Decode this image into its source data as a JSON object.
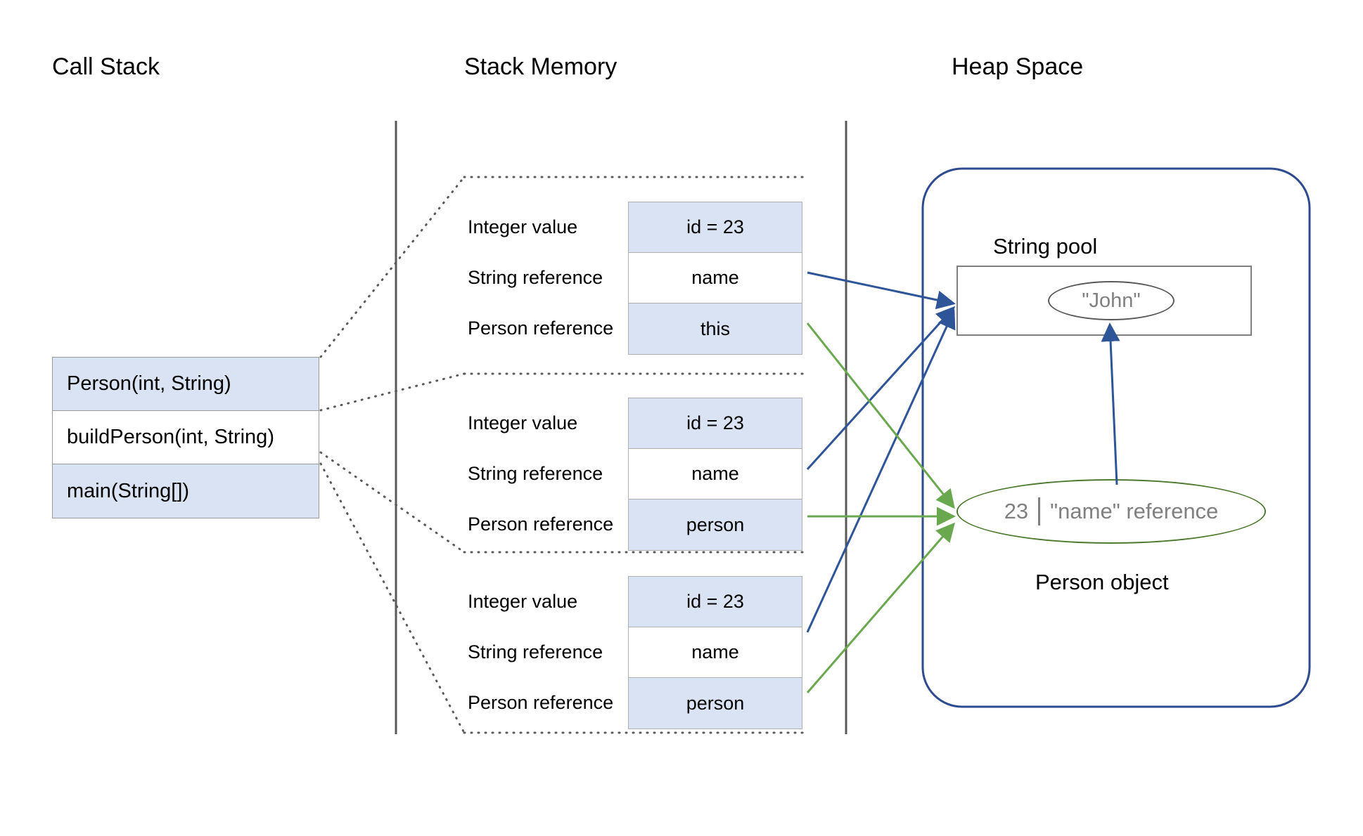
{
  "headings": {
    "call_stack": "Call Stack",
    "stack_memory": "Stack Memory",
    "heap_space": "Heap Space"
  },
  "call_stack": {
    "frames": [
      {
        "label": "Person(int, String)",
        "shaded": true
      },
      {
        "label": "buildPerson(int, String)",
        "shaded": false
      },
      {
        "label": "main(String[])",
        "shaded": true
      }
    ]
  },
  "stack_memory": {
    "frames": [
      {
        "rows": [
          {
            "label": "Integer value",
            "value": "id = 23",
            "shaded": true
          },
          {
            "label": "String reference",
            "value": "name",
            "shaded": false
          },
          {
            "label": "Person reference",
            "value": "this",
            "shaded": true
          }
        ]
      },
      {
        "rows": [
          {
            "label": "Integer value",
            "value": "id = 23",
            "shaded": true
          },
          {
            "label": "String reference",
            "value": "name",
            "shaded": false
          },
          {
            "label": "Person reference",
            "value": "person",
            "shaded": true
          }
        ]
      },
      {
        "rows": [
          {
            "label": "Integer value",
            "value": "id = 23",
            "shaded": true
          },
          {
            "label": "String reference",
            "value": "name",
            "shaded": false
          },
          {
            "label": "Person reference",
            "value": "person",
            "shaded": true
          }
        ]
      }
    ]
  },
  "heap": {
    "string_pool_label": "String pool",
    "string_literal": "\"John\"",
    "person_object_label": "Person object",
    "person_id": "23",
    "person_name_ref": "\"name\" reference"
  },
  "colors": {
    "cell_fill": "#dae3f3",
    "cell_border": "#b0b0b0",
    "heap_outline": "#2e4b8f",
    "string_arrow": "#2e5597",
    "person_arrow": "#6aa84f",
    "person_ellipse": "#4d7a2e",
    "grey_text": "#808080",
    "divider": "#595959"
  }
}
